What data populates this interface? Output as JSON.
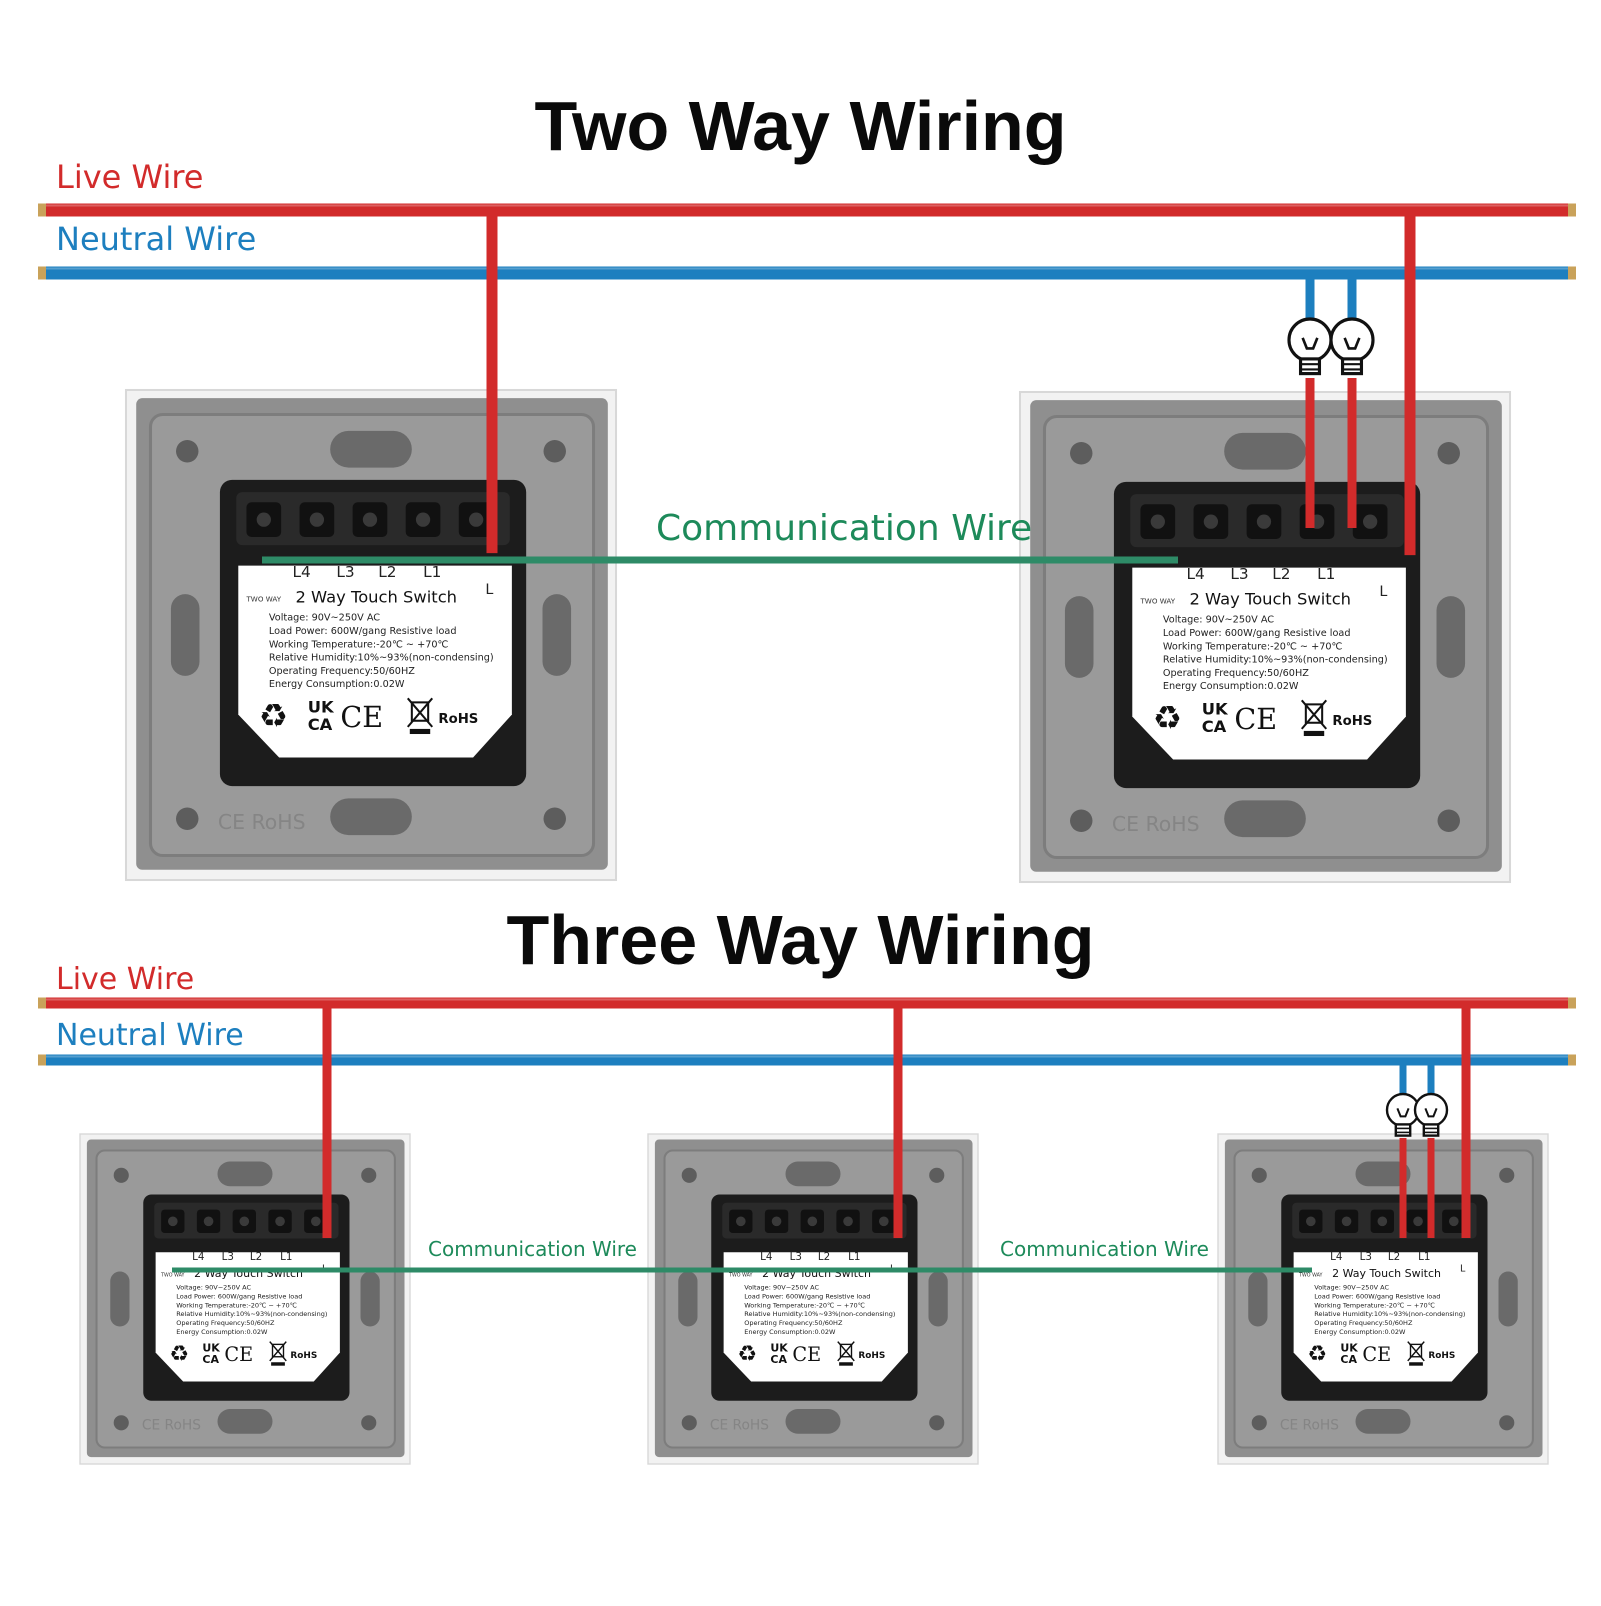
{
  "titles": {
    "two_way": "Two Way Wiring",
    "three_way": "Three Way Wiring"
  },
  "wires": {
    "live": "Live Wire",
    "neutral": "Neutral Wire",
    "communication": "Communication Wire"
  },
  "colors": {
    "live": "#d22b2b",
    "neutral": "#1d7fbf",
    "communication": "#2e8b67"
  },
  "switch_label": {
    "terminals": [
      "L4",
      "L3",
      "L2",
      "L1"
    ],
    "live_terminal": "L",
    "mode": "TWO WAY",
    "name": "2 Way Touch Switch",
    "specs": [
      "Voltage: 90V~250V AC",
      "Load Power: 600W/gang Resistive load",
      "Working Temperature:-20℃ ~ +70℃",
      "Relative Humidity:10%~93%(non-condensing)",
      "Operating Frequency:50/60HZ",
      "Energy Consumption:0.02W"
    ],
    "marks": {
      "ukca_top": "UK",
      "ukca_bottom": "CA",
      "ce": "CE",
      "rohs": "RoHS",
      "recycle_icon": "recycle-icon",
      "bin_icon": "weee-bin-icon"
    },
    "frame_mark": "CE RoHS"
  },
  "icons": {
    "bulb": "light-bulb-icon"
  }
}
